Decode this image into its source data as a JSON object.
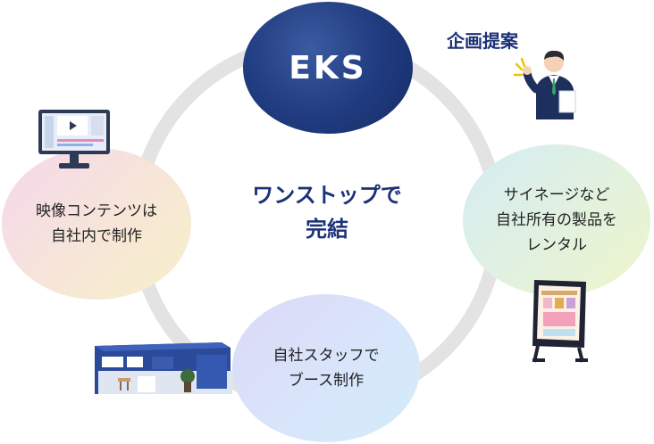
{
  "hub": {
    "label": "EKS"
  },
  "center": {
    "text": "ワンストップで\n完結"
  },
  "proposal": {
    "label": "企画提案"
  },
  "bubbles": {
    "video": "映像コンテンツは\n自社内で制作",
    "signage": "サイネージなど\n自社所有の製品を\nレンタル",
    "booth": "自社スタッフで\nブース制作"
  },
  "colors": {
    "brand": "#1c3278",
    "ring": "#e3e3e3"
  },
  "icons": [
    "person-presenting-icon",
    "monitor-video-icon",
    "digital-signage-icon",
    "exhibition-booth-icon"
  ]
}
